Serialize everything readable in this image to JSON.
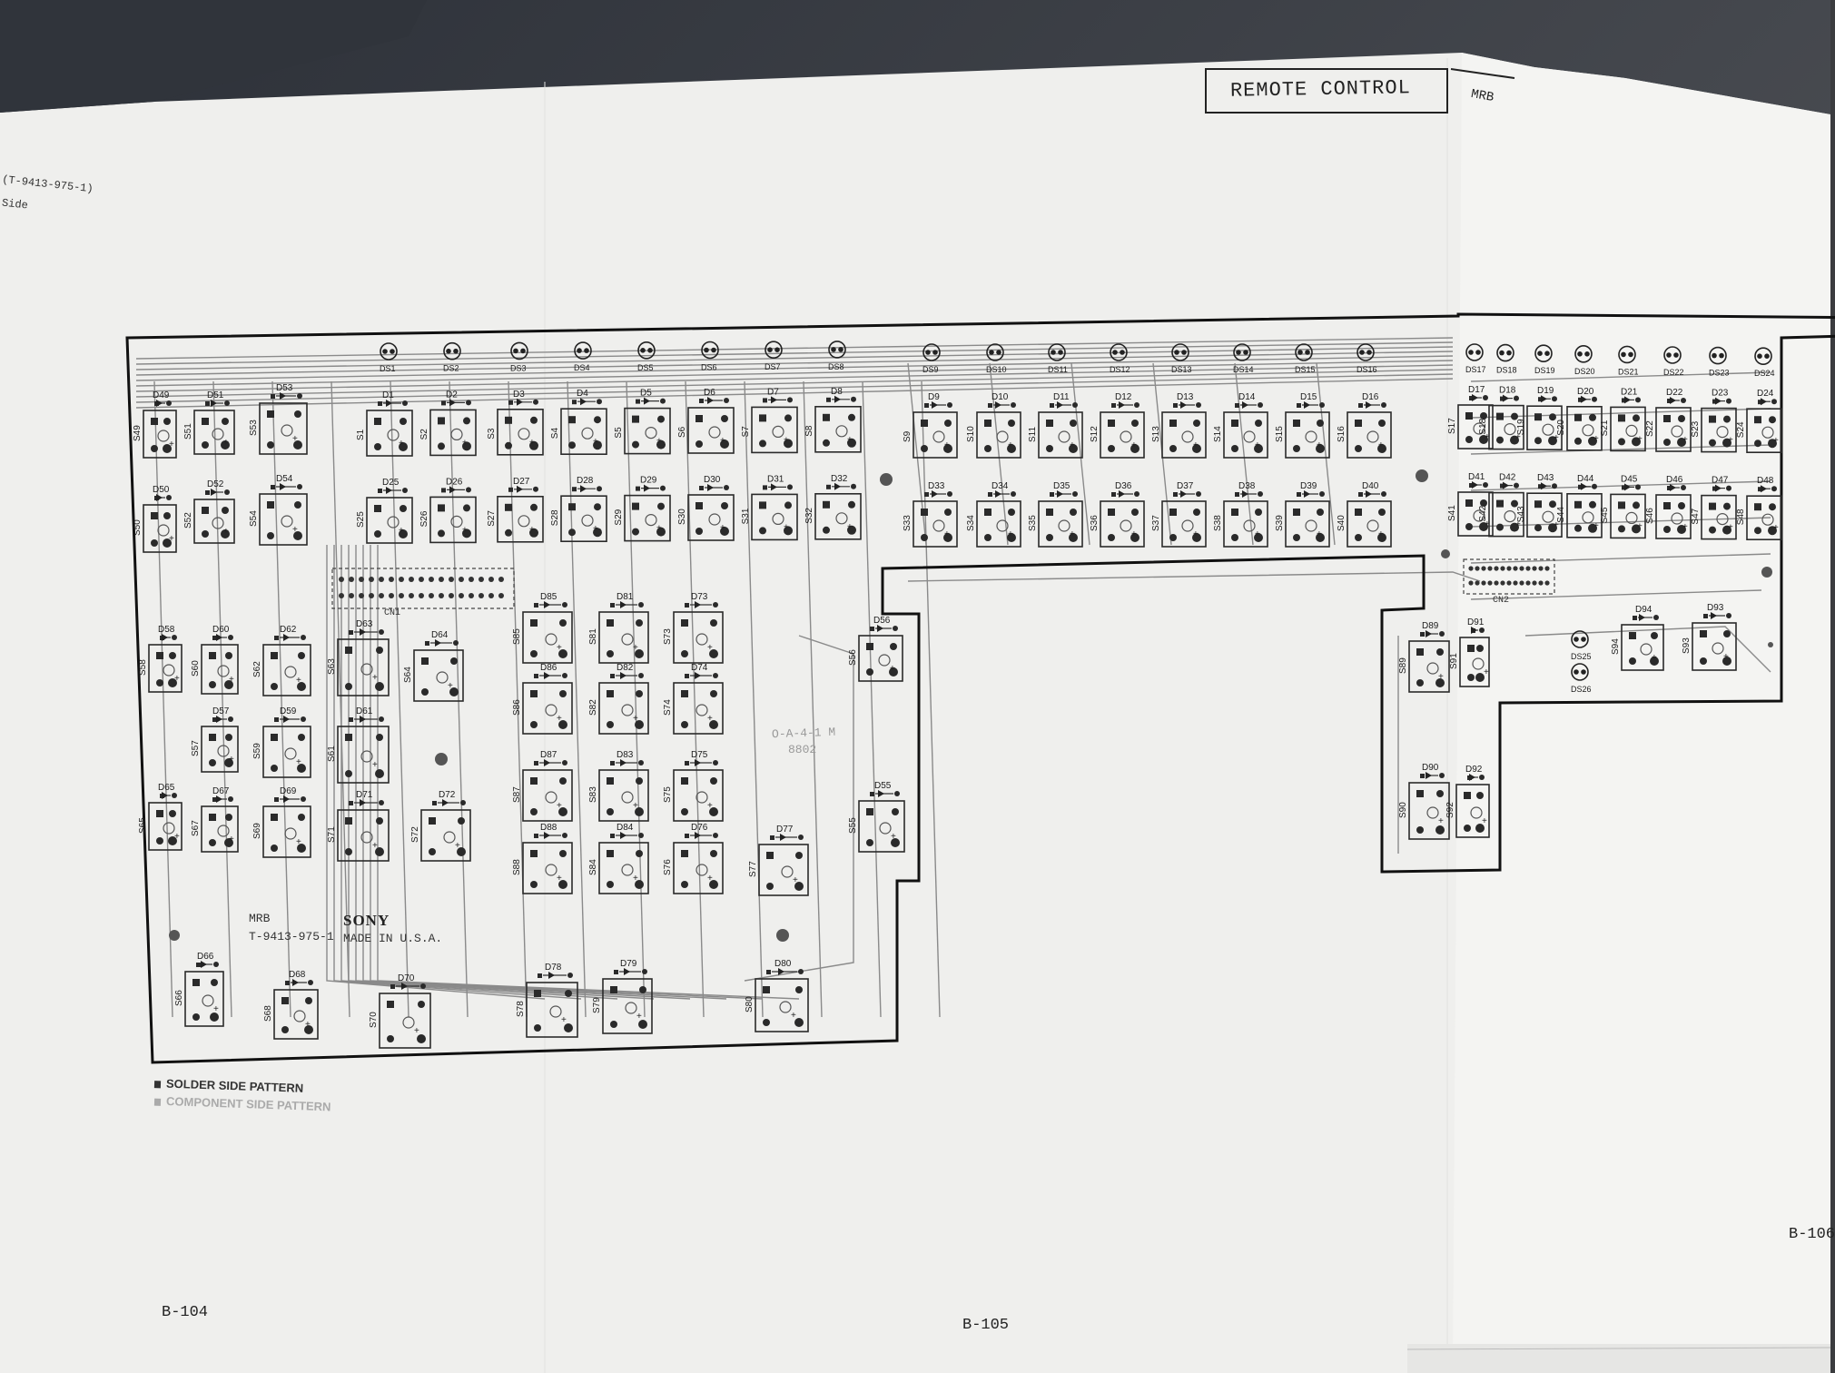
{
  "header": {
    "title": "REMOTE CONTROL",
    "code": "MRB"
  },
  "corner_text": {
    "part": "(T-9413-975-1)",
    "side": "Side"
  },
  "board": {
    "model": "MRB",
    "part_number": "T-9413-975-1",
    "brand": "SONY",
    "made_in": "MADE IN U.S.A.",
    "stamp_1": "O-A-4-1 M",
    "stamp_2": "8802",
    "connector_main": "CN1",
    "connector_right": "CN2"
  },
  "legend": {
    "solder": "SOLDER SIDE PATTERN",
    "component": "COMPONENT SIDE PATTERN"
  },
  "pages": {
    "left": "B-104",
    "center": "B-105",
    "right": "B-106"
  },
  "colors": {
    "board_outline": "#111111",
    "trace": "#7a7a7a",
    "pad": "#2a2a2a",
    "paper": "#f1f1ef"
  },
  "labels": {
    "ds_top_left": [
      "DS1",
      "DS2",
      "DS3",
      "DS4",
      "DS5",
      "DS6",
      "DS7",
      "DS8"
    ],
    "d_row1": [
      "D1",
      "D2",
      "D3",
      "D4",
      "D5",
      "D6",
      "D7",
      "D8"
    ],
    "s_row1": [
      "S1",
      "S2",
      "S3",
      "S4",
      "S5",
      "S6",
      "S7",
      "S8"
    ],
    "d_row2": [
      "D25",
      "D26",
      "D27",
      "D28",
      "D29",
      "D30",
      "D31",
      "D32"
    ],
    "s_row2": [
      "S25",
      "S26",
      "S27",
      "S28",
      "S29",
      "S30",
      "S31",
      "S32"
    ],
    "ds_top_mid": [
      "DS9",
      "DS10",
      "DS11",
      "DS12",
      "DS13",
      "DS14",
      "DS15",
      "DS16"
    ],
    "d_mid1": [
      "D9",
      "D10",
      "D11",
      "D12",
      "D13",
      "D14",
      "D15",
      "D16"
    ],
    "s_mid1": [
      "S9",
      "S10",
      "S11",
      "S12",
      "S13",
      "S14",
      "S15",
      "S16"
    ],
    "d_mid2": [
      "D33",
      "D34",
      "D35",
      "D36",
      "D37",
      "D38",
      "D39",
      "D40"
    ],
    "s_mid2": [
      "S33",
      "S34",
      "S35",
      "S36",
      "S37",
      "S38",
      "S39",
      "S40"
    ],
    "ds_top_right": [
      "DS17",
      "DS18",
      "DS19",
      "DS20",
      "DS21",
      "DS22",
      "DS23",
      "DS24"
    ],
    "d_right1": [
      "D17",
      "D18",
      "D19",
      "D20",
      "D21",
      "D22",
      "D23",
      "D24"
    ],
    "s_right1": [
      "S17",
      "S18",
      "S19",
      "S20",
      "S21",
      "S22",
      "S23",
      "S24"
    ],
    "d_right2": [
      "D41",
      "D42",
      "D43",
      "D44",
      "D45",
      "D46",
      "D47",
      "D48"
    ],
    "s_right2": [
      "S41",
      "S42",
      "S43",
      "S44",
      "S45",
      "S46",
      "S47",
      "S48"
    ],
    "left_col_d": [
      "D49",
      "D50"
    ],
    "left_col_s": [
      "S49",
      "S50"
    ],
    "d_small": [
      "D51",
      "D52",
      "D53",
      "D54"
    ],
    "s_small": [
      "S51",
      "S52",
      "S53",
      "S54"
    ],
    "block_d": [
      "D58",
      "D60",
      "D62",
      "D63",
      "D64",
      "D57",
      "D59",
      "D61",
      "D65",
      "D67",
      "D69",
      "D71",
      "D72"
    ],
    "block_s": [
      "S58",
      "S60",
      "S62",
      "S63",
      "S64",
      "S57",
      "S59",
      "S61",
      "S65",
      "S67",
      "S69",
      "S71",
      "S72"
    ],
    "center_d": [
      "D85",
      "D81",
      "D73",
      "D86",
      "D82",
      "D74",
      "D87",
      "D83",
      "D75",
      "D88",
      "D84",
      "D76"
    ],
    "center_s": [
      "S85",
      "S81",
      "S73",
      "S86",
      "S82",
      "S74",
      "S87",
      "S83",
      "S75",
      "S88",
      "S84",
      "S76"
    ],
    "extra_d": [
      "D56",
      "D55",
      "D77",
      "D66",
      "D68",
      "D70",
      "D78",
      "D79",
      "D80"
    ],
    "extra_s": [
      "S56",
      "S55",
      "S77",
      "S66",
      "S68",
      "S70",
      "S78",
      "S79",
      "S80"
    ],
    "tab_d": [
      "D89",
      "D91",
      "D90",
      "D92",
      "D94",
      "D93"
    ],
    "tab_s": [
      "S89",
      "S91",
      "S90",
      "S92",
      "S94",
      "S93"
    ],
    "tab_ds": [
      "DS25",
      "DS26"
    ]
  }
}
